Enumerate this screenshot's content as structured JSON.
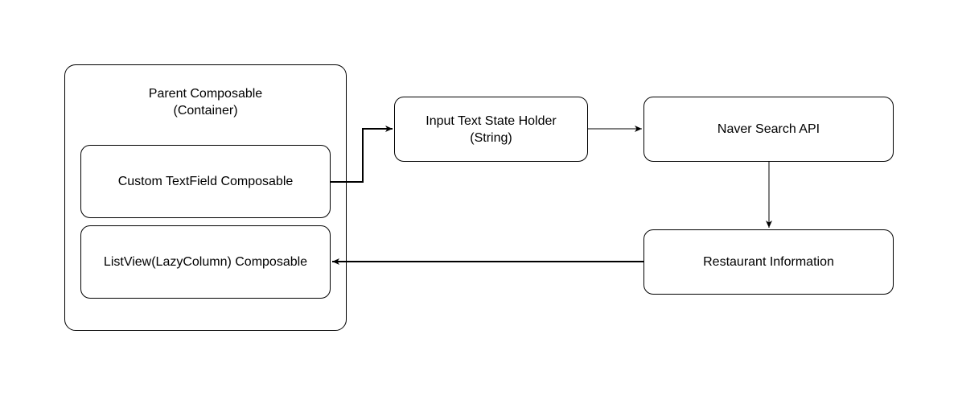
{
  "diagram": {
    "parent": {
      "title_line1": "Parent Composable",
      "title_line2": "(Container)"
    },
    "textfield": {
      "label": "Custom TextField Composable"
    },
    "listview": {
      "label": "ListView(LazyColumn) Composable"
    },
    "state_holder": {
      "label_line1": "Input Text State Holder",
      "label_line2": "(String)"
    },
    "naver_api": {
      "label": "Naver Search API"
    },
    "restaurant": {
      "label": "Restaurant Information"
    }
  },
  "colors": {
    "stroke": "#000000",
    "background": "#ffffff"
  }
}
